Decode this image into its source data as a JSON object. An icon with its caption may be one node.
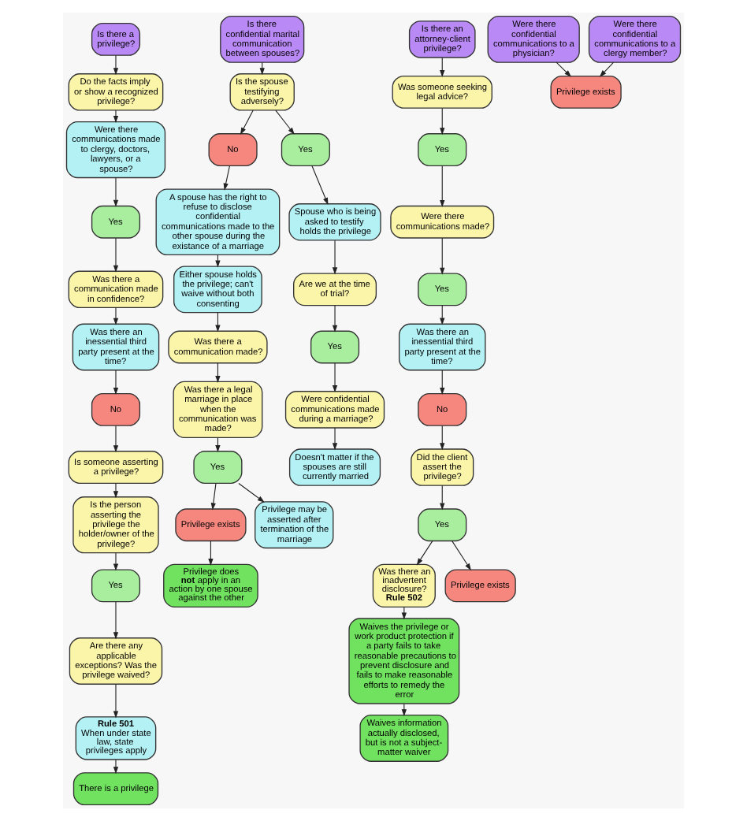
{
  "diagram": {
    "nodes": [
      {
        "text": [
          "Is there a privilege?"
        ]
      },
      {
        "text": [
          "Do the facts imply or show a recognized privilege?"
        ]
      },
      {
        "text": [
          "Were there communications made to clergy, doctors, lawyers, or a spouse?"
        ]
      },
      {
        "text": [
          "Yes"
        ]
      },
      {
        "text": [
          "Was there a communication made in confidence?"
        ]
      },
      {
        "text": [
          "Was there an inessential third party present at the time?"
        ]
      },
      {
        "text": [
          "No"
        ]
      },
      {
        "text": [
          "Is someone asserting a privilege?"
        ]
      },
      {
        "text": [
          "Is the person asserting the privilege the holder/owner of the privilege?"
        ]
      },
      {
        "text": [
          "Yes"
        ]
      },
      {
        "text": [
          "Are there any applicable exceptions? Was the privilege waived?"
        ]
      },
      {
        "text": [
          "Rule 501",
          "When under state law, state privileges apply"
        ]
      },
      {
        "text": [
          "There is a privilege"
        ]
      },
      {
        "text": [
          "Is there confidential marital communication between spouses?"
        ]
      },
      {
        "text": [
          "Is the spouse testifying adversely?"
        ]
      },
      {
        "text": [
          "No"
        ]
      },
      {
        "text": [
          "A spouse has the right to refuse to disclose confidential communications made to the other spouse during the existance of a marriage"
        ]
      },
      {
        "text": [
          "Either spouse holds the privilege; can't waive without both consenting"
        ]
      },
      {
        "text": [
          "Was there a communication made?"
        ]
      },
      {
        "text": [
          "Yes"
        ]
      },
      {
        "text": [
          "Spouse who is being asked to testify holds the privilege"
        ]
      },
      {
        "text": [
          "Doesn't matter if the spouses are still currently married"
        ]
      },
      {
        "text": [
          "Was there a legal marriage in place when the communication was made?"
        ]
      },
      {
        "text": [
          "Privilege exists"
        ]
      },
      {
        "text": [
          "Yes"
        ]
      },
      {
        "text": [
          "Are we at the time of trial?"
        ]
      },
      {
        "text": [
          "Yes"
        ]
      },
      {
        "text": [
          "Were confidential communications made during a marriage?"
        ]
      },
      {
        "text": [
          "Privilege does **not** apply in an action by one spouse against the other"
        ]
      },
      {
        "text": [
          "Privilege may be asserted after termination of the marriage"
        ]
      },
      {
        "text": [
          "Is there an attorney-client privilege?"
        ]
      },
      {
        "text": [
          "Was someone seeking legal advice?"
        ]
      },
      {
        "text": [
          "Yes"
        ]
      },
      {
        "text": [
          "Were there communications made?"
        ]
      },
      {
        "text": [
          "Yes"
        ]
      },
      {
        "text": [
          "Was there an inessential third party present at the time?"
        ]
      },
      {
        "text": [
          "No"
        ]
      },
      {
        "text": [
          "Did the client assert the privilege?"
        ]
      },
      {
        "text": [
          "Was there an inadvertent disclosure?",
          "Rule 502"
        ]
      },
      {
        "text": [
          "Waives the privilege or work product protection if a party fails to take reasonable precautions to prevent disclosure and fails to make reasonable efforts to remedy the error"
        ]
      },
      {
        "text": [
          "Waives information actually disclosed, but is not a subject-matter waiver"
        ]
      },
      {
        "text": [
          "Yes"
        ]
      },
      {
        "text": [
          "Privilege exists"
        ]
      },
      {
        "text": [
          "Were there confidential communications to a physician?"
        ]
      },
      {
        "text": [
          "Were there confidential communications to a clergy member?"
        ]
      },
      {
        "text": [
          "Privilege exists"
        ]
      }
    ],
    "edges": [
      {
        "from": 0,
        "to": 1,
        "arrow": "to"
      },
      {
        "from": 1,
        "to": 2,
        "arrow": "to"
      },
      {
        "from": 2,
        "to": 3,
        "arrow": "to"
      },
      {
        "from": 3,
        "to": 4,
        "arrow": "to"
      },
      {
        "from": 4,
        "to": 5,
        "arrow": "to"
      },
      {
        "from": 5,
        "to": 6,
        "arrow": "to"
      },
      {
        "from": 6,
        "to": 7,
        "arrow": "to"
      },
      {
        "from": 7,
        "to": 8,
        "arrow": "to"
      },
      {
        "from": 8,
        "to": 9,
        "arrow": "to"
      },
      {
        "from": 9,
        "to": 10,
        "arrow": "to"
      },
      {
        "from": 10,
        "to": 11,
        "arrow": "to"
      },
      {
        "from": 11,
        "to": 12,
        "arrow": "to"
      },
      {
        "from": 13,
        "to": 14,
        "arrow": "to"
      },
      {
        "from": 14,
        "to": 15,
        "arrow": "to"
      },
      {
        "from": 15,
        "to": 16,
        "arrow": "to"
      },
      {
        "from": 16,
        "to": 17,
        "arrow": "to"
      },
      {
        "from": 17,
        "to": 18,
        "arrow": "to"
      },
      {
        "from": 18,
        "to": 22,
        "arrow": "to"
      },
      {
        "from": 22,
        "to": 24,
        "arrow": "to"
      },
      {
        "from": 24,
        "to": 23,
        "arrow": "to"
      },
      {
        "from": 23,
        "to": 28,
        "arrow": "to"
      },
      {
        "from": 24,
        "to": 29,
        "arrow": "to"
      },
      {
        "from": 14,
        "to": 19,
        "arrow": "to"
      },
      {
        "from": 19,
        "to": 20,
        "arrow": "to"
      },
      {
        "from": 20,
        "to": 25,
        "arrow": "to"
      },
      {
        "from": 25,
        "to": 26,
        "arrow": "to"
      },
      {
        "from": 26,
        "to": 27,
        "arrow": "to"
      },
      {
        "from": 27,
        "to": 21,
        "arrow": "to"
      },
      {
        "from": 30,
        "to": 31,
        "arrow": "to"
      },
      {
        "from": 31,
        "to": 32,
        "arrow": "to"
      },
      {
        "from": 32,
        "to": 33,
        "arrow": "to"
      },
      {
        "from": 33,
        "to": 34,
        "arrow": "to"
      },
      {
        "from": 34,
        "to": 35,
        "arrow": "to"
      },
      {
        "from": 35,
        "to": 36,
        "arrow": "to"
      },
      {
        "from": 36,
        "to": 37,
        "arrow": "to"
      },
      {
        "from": 37,
        "to": 41,
        "arrow": "to"
      },
      {
        "from": 41,
        "to": 38,
        "arrow": "to"
      },
      {
        "from": 38,
        "to": 39,
        "arrow": "to"
      },
      {
        "from": 39,
        "to": 40,
        "arrow": "to"
      },
      {
        "from": 41,
        "to": 42,
        "arrow": "to"
      },
      {
        "from": 43,
        "to": 45,
        "arrow": "to"
      },
      {
        "from": 44,
        "to": 45,
        "arrow": "to"
      }
    ]
  }
}
